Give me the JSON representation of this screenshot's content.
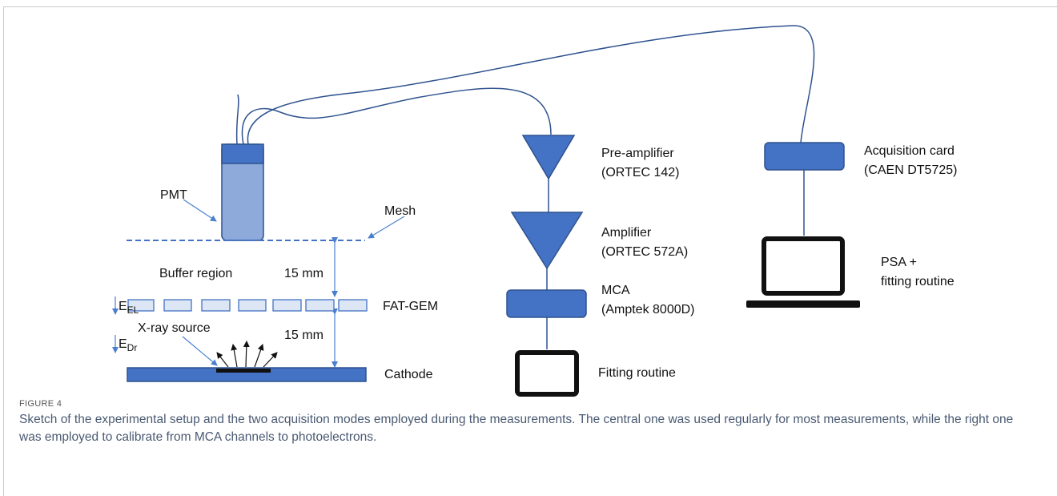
{
  "diagram": {
    "labels": {
      "pmt": "PMT",
      "mesh": "Mesh",
      "buffer_region": "Buffer region",
      "gap_top": "15 mm",
      "fat_gem": "FAT-GEM",
      "e_el_main": "E",
      "e_el_sub": "EL",
      "e_dr_main": "E",
      "e_dr_sub": "Dr",
      "xray_source": "X-ray source",
      "gap_bottom": "15 mm",
      "cathode": "Cathode",
      "preamp_line1": "Pre-amplifier",
      "preamp_line2": "(ORTEC 142)",
      "amp_line1": "Amplifier",
      "amp_line2": "(ORTEC 572A)",
      "mca_line1": "MCA",
      "mca_line2": "(Amptek 8000D)",
      "fitting_routine": "Fitting routine",
      "acq_line1": "Acquisition card",
      "acq_line2": "(CAEN DT5725)",
      "psa_line1": "PSA +",
      "psa_line2": "fitting routine"
    },
    "colors": {
      "component_fill": "#4472c4",
      "component_stroke": "#2f528f",
      "pmt_body": "#8eaadb",
      "arrow": "#4a7fd0",
      "wire": "#2f528f"
    }
  },
  "caption": {
    "label": "FIGURE 4",
    "text": "Sketch of the experimental setup and the two acquisition modes employed during the measurements. The central one was used regularly for most measurements, while the right one was employed to calibrate from MCA channels to photoelectrons."
  }
}
